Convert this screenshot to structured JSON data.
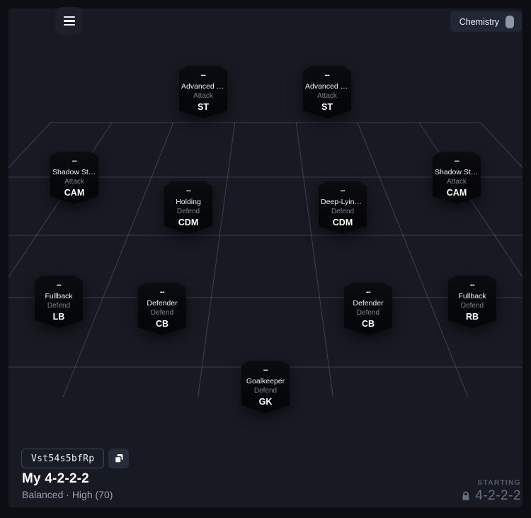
{
  "toolbar": {
    "menu_icon": "hamburger-menu",
    "chemistry_button": {
      "label": "Chemistry",
      "icon": "flask"
    }
  },
  "pitch": {
    "players": [
      {
        "chemistry": "--",
        "role": "Advanced Fo…",
        "focus": "Attack",
        "position": "ST"
      },
      {
        "chemistry": "--",
        "role": "Advanced Fo…",
        "focus": "Attack",
        "position": "ST"
      },
      {
        "chemistry": "--",
        "role": "Shadow Strik…",
        "focus": "Attack",
        "position": "CAM"
      },
      {
        "chemistry": "--",
        "role": "Holding",
        "focus": "Defend",
        "position": "CDM"
      },
      {
        "chemistry": "--",
        "role": "Deep-Lying …",
        "focus": "Defend",
        "position": "CDM"
      },
      {
        "chemistry": "--",
        "role": "Shadow Strik…",
        "focus": "Attack",
        "position": "CAM"
      },
      {
        "chemistry": "--",
        "role": "Fullback",
        "focus": "Defend",
        "position": "LB"
      },
      {
        "chemistry": "--",
        "role": "Defender",
        "focus": "Defend",
        "position": "CB"
      },
      {
        "chemistry": "--",
        "role": "Defender",
        "focus": "Defend",
        "position": "CB"
      },
      {
        "chemistry": "--",
        "role": "Fullback",
        "focus": "Defend",
        "position": "RB"
      },
      {
        "chemistry": "--",
        "role": "Goalkeeper",
        "focus": "Defend",
        "position": "GK"
      }
    ]
  },
  "footer": {
    "share_code": "Vst54s5bfRp",
    "copy_icon": "copy",
    "squad_title": "My 4-2-2-2",
    "squad_meta": "Balanced · High (70)",
    "starting_label": "STARTING",
    "starting_formation": "4-2-2-2",
    "lock_icon": "lock"
  },
  "colors": {
    "outer_bg": "#0c0e13",
    "panel_bg": "#171a22",
    "card_bg": "#06070a",
    "grid_line": "#929cb8",
    "muted_text": "#7e8391",
    "footer_muted": "#68717f"
  }
}
